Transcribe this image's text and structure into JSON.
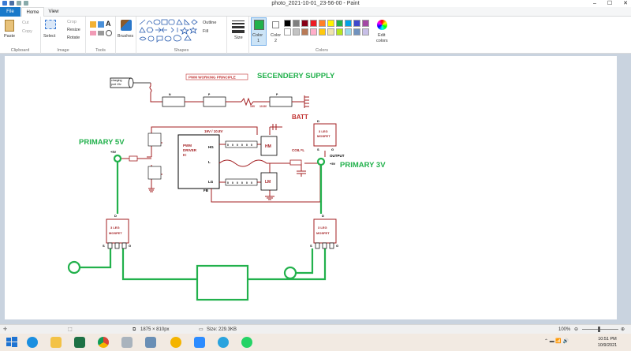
{
  "window": {
    "title": "photo_2021-10-01_23-56-00 - Paint",
    "controls": [
      "–",
      "☐",
      "✕"
    ]
  },
  "ribbon_tabs": [
    "File",
    "Home",
    "View"
  ],
  "clipboard": {
    "paste": "Paste",
    "cut": "Cut",
    "copy": "Copy",
    "group": "Clipboard"
  },
  "image": {
    "select": "Select",
    "crop": "Crop",
    "resize": "Resize",
    "rotate": "Rotate",
    "group": "Image"
  },
  "tools": {
    "group": "Tools"
  },
  "brushes": {
    "label": "Brushes"
  },
  "shapes": {
    "outline": "Outline",
    "fill": "Fill",
    "group": "Shapes"
  },
  "size": {
    "label": "Size"
  },
  "colors": {
    "color1": "Color\n1",
    "color2": "Color\n2",
    "color1_label": "Color",
    "color1_num": "1",
    "color2_label": "Color",
    "color2_num": "2",
    "edit": "Edit\ncolors",
    "edit_label": "Edit",
    "edit_label2": "colors",
    "group": "Colors",
    "active_color1": "#22b14c",
    "active_color2": "#ffffff",
    "palette_row1": [
      "#000000",
      "#7f7f7f",
      "#880015",
      "#ed1c24",
      "#ff7f27",
      "#fff200",
      "#22b14c",
      "#00a2e8",
      "#3f48cc",
      "#a349a4"
    ],
    "palette_row2": [
      "#ffffff",
      "#c3c3c3",
      "#b97a57",
      "#ffaec9",
      "#ffc90e",
      "#efe4b0",
      "#b5e61d",
      "#99d9ea",
      "#7092be",
      "#c8bfe7"
    ]
  },
  "diagram": {
    "charging_port": "charging\nport 19v",
    "charging_port_l1": "charging",
    "charging_port_l2": "port 19v",
    "heading": "PWM WORKING PRINCIPLE",
    "secondary_supply": "SECENDERY SUPPLY",
    "batt": "BATT",
    "primary_5v": "PRIMARY 5V",
    "primary_3v": "PRIMARY 3V",
    "plus_5v_left": "+5V",
    "plus_5v_right": "+5V",
    "output": "OUTPUT",
    "driver_l1": "PWM",
    "driver_l2": "DRIVER",
    "driver_l3": "IC",
    "pin_hg": "HG",
    "pin_l": "L",
    "pin_lg": "LG",
    "pin_fb": "FB",
    "voltage_19": "19V / 10.8V",
    "voltage_19b": "19V",
    "voltage_108": "10.8V",
    "hm": "HM",
    "lm": "LM",
    "coil": "COIL=L",
    "mosfet_top_l1": "3 LEG",
    "mosfet_top_l2": "MOSFET",
    "mosfet_left_l1": "3 LEG",
    "mosfet_left_l2": "MOSFET",
    "mosfet_right_l1": "3 LEG",
    "mosfet_right_l2": "MOSFET",
    "d": "D",
    "g": "G",
    "s": "S",
    "p": "P",
    "n": "N"
  },
  "status": {
    "dimensions": "1875 × 810px",
    "size": "Size: 229.3KB",
    "zoom": "100%"
  },
  "clock": {
    "time": "10:51 PM",
    "date": "10/9/2021"
  }
}
